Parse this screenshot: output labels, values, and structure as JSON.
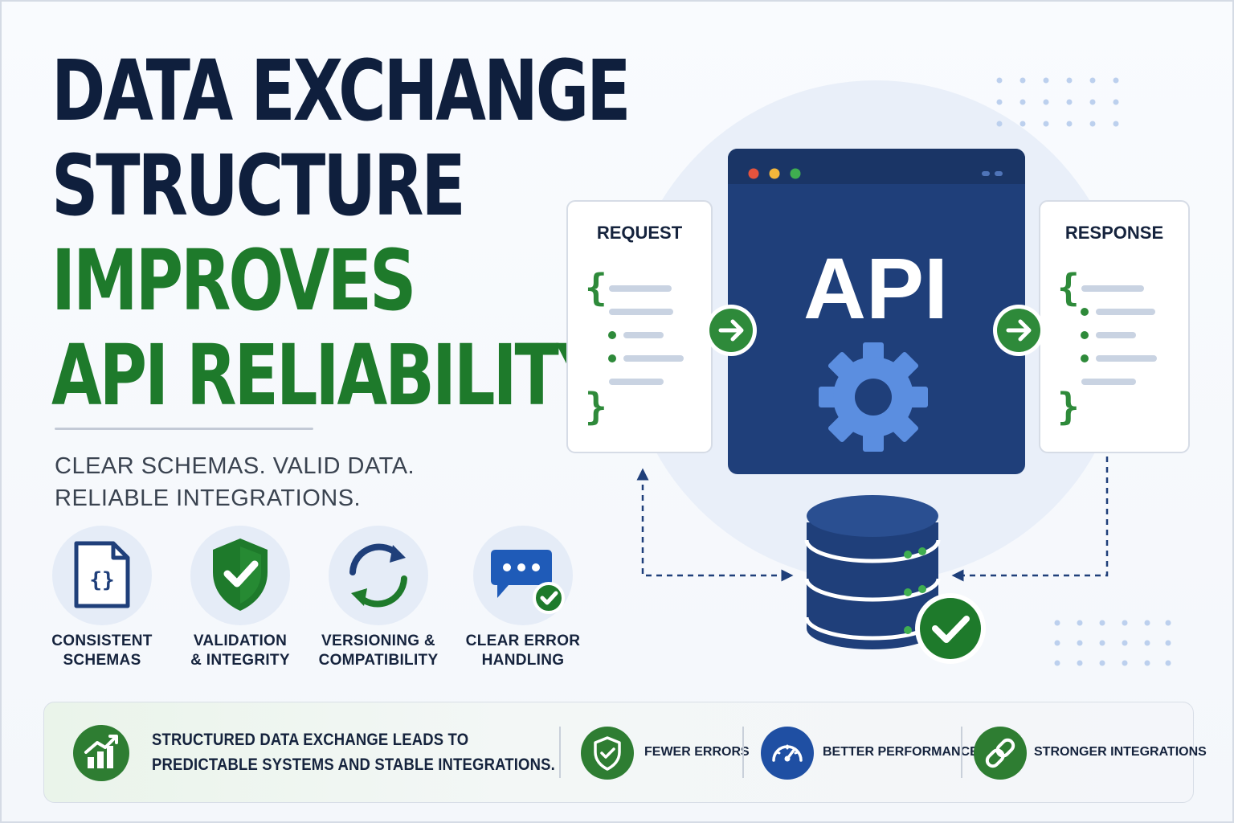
{
  "headline": {
    "line1": "DATA EXCHANGE",
    "line2": "STRUCTURE",
    "line3": "IMPROVES",
    "line4": "API RELIABILITY"
  },
  "subline": {
    "line1": "CLEAR SCHEMAS. VALID DATA.",
    "line2": "RELIABLE INTEGRATIONS."
  },
  "features": [
    {
      "line1": "CONSISTENT",
      "line2": "SCHEMAS",
      "icon": "schema-document-icon"
    },
    {
      "line1": "VALIDATION",
      "line2": "& INTEGRITY",
      "icon": "shield-check-icon"
    },
    {
      "line1": "VERSIONING &",
      "line2": "COMPATIBILITY",
      "icon": "sync-arrows-icon"
    },
    {
      "line1": "CLEAR ERROR",
      "line2": "HANDLING",
      "icon": "chat-check-icon"
    }
  ],
  "diagram": {
    "request_title": "REQUEST",
    "response_title": "RESPONSE",
    "api_label": "API",
    "brace_open": "{",
    "brace_close": "}"
  },
  "bottom": {
    "main_line1": "STRUCTURED DATA EXCHANGE LEADS TO",
    "main_line2": "PREDICTABLE SYSTEMS AND STABLE INTEGRATIONS.",
    "benefits": [
      {
        "label": "FEWER ERRORS",
        "icon": "shield-check-icon"
      },
      {
        "label": "BETTER PERFORMANCE",
        "icon": "speedometer-icon"
      },
      {
        "label": "STRONGER INTEGRATIONS",
        "icon": "link-icon"
      }
    ]
  },
  "colors": {
    "navy": "#0f1f3d",
    "green": "#1e7a2b",
    "api_blue": "#1f3f7a",
    "gear_blue": "#5b8ee0"
  }
}
